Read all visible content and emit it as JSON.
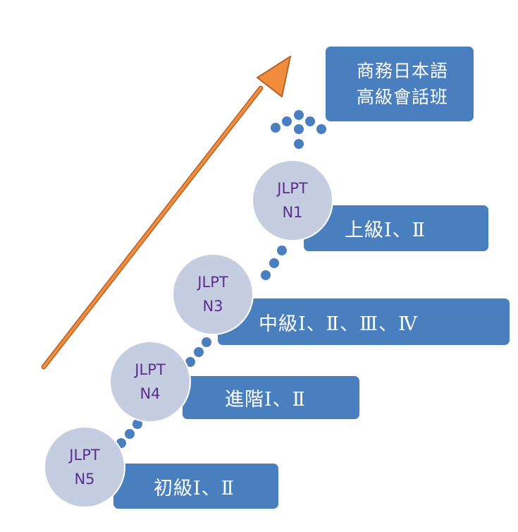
{
  "goal": {
    "line1": "商務日本語",
    "line2": "高級會話班"
  },
  "levels": [
    {
      "jlpt": "JLPT",
      "level": "N5",
      "course": "初級Ⅰ、Ⅱ"
    },
    {
      "jlpt": "JLPT",
      "level": "N4",
      "course": "進階Ⅰ、Ⅱ"
    },
    {
      "jlpt": "JLPT",
      "level": "N3",
      "course": "中級Ⅰ、Ⅱ、Ⅲ、Ⅳ"
    },
    {
      "jlpt": "JLPT",
      "level": "N1",
      "course": "上級Ⅰ、Ⅱ"
    }
  ],
  "colors": {
    "box": "#4a7fbf",
    "circle": "#c5cde0",
    "circle_text": "#5b2d8e",
    "arrow": "#f08c3c",
    "arrow_outline": "#b5612a"
  }
}
